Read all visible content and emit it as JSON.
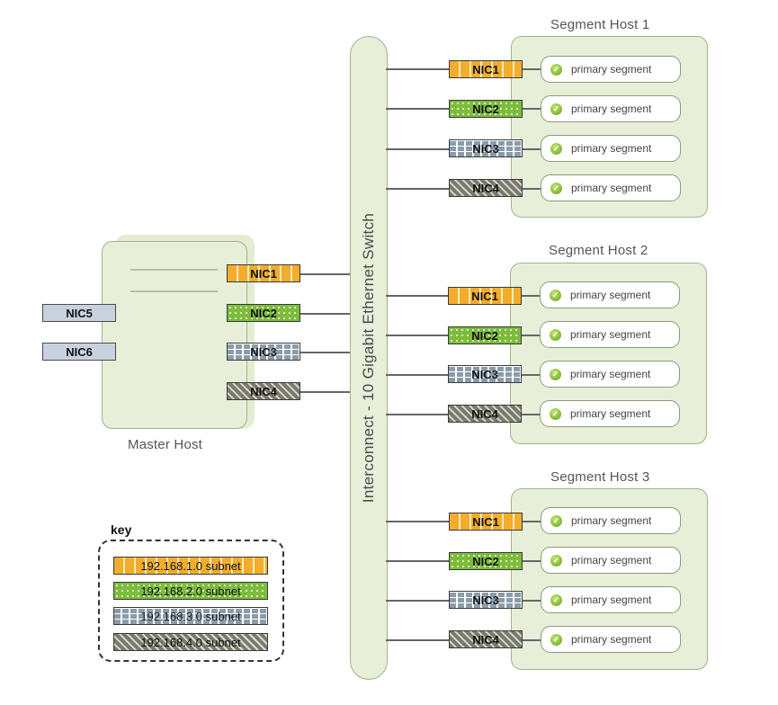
{
  "master": {
    "title": "Master Host",
    "nics": [
      "NIC1",
      "NIC2",
      "NIC3",
      "NIC4"
    ],
    "extra_nics": [
      "NIC5",
      "NIC6"
    ]
  },
  "switch": {
    "label": "Interconnect - 10 Gigabit Ethernet Switch"
  },
  "segment_hosts": [
    {
      "title": "Segment Host 1",
      "nics": [
        "NIC1",
        "NIC2",
        "NIC3",
        "NIC4"
      ],
      "segments": [
        "primary segment",
        "primary segment",
        "primary segment",
        "primary segment"
      ]
    },
    {
      "title": "Segment Host 2",
      "nics": [
        "NIC1",
        "NIC2",
        "NIC3",
        "NIC4"
      ],
      "segments": [
        "primary segment",
        "primary segment",
        "primary segment",
        "primary segment"
      ]
    },
    {
      "title": "Segment Host 3",
      "nics": [
        "NIC1",
        "NIC2",
        "NIC3",
        "NIC4"
      ],
      "segments": [
        "primary segment",
        "primary segment",
        "primary segment",
        "primary segment"
      ]
    }
  ],
  "key": {
    "title": "key",
    "items": [
      "192.168.1.0 subnet",
      "192.168.2.0 subnet",
      "192.168.3.0 subnet",
      "192.168.4.0 subnet"
    ]
  },
  "colors": {
    "subnet1": "#f1ad2b",
    "subnet2": "#7cbc3a",
    "subnet3": "#8a9cab",
    "subnet4": "#7a7a6e",
    "host_fill": "#e7efd9"
  }
}
